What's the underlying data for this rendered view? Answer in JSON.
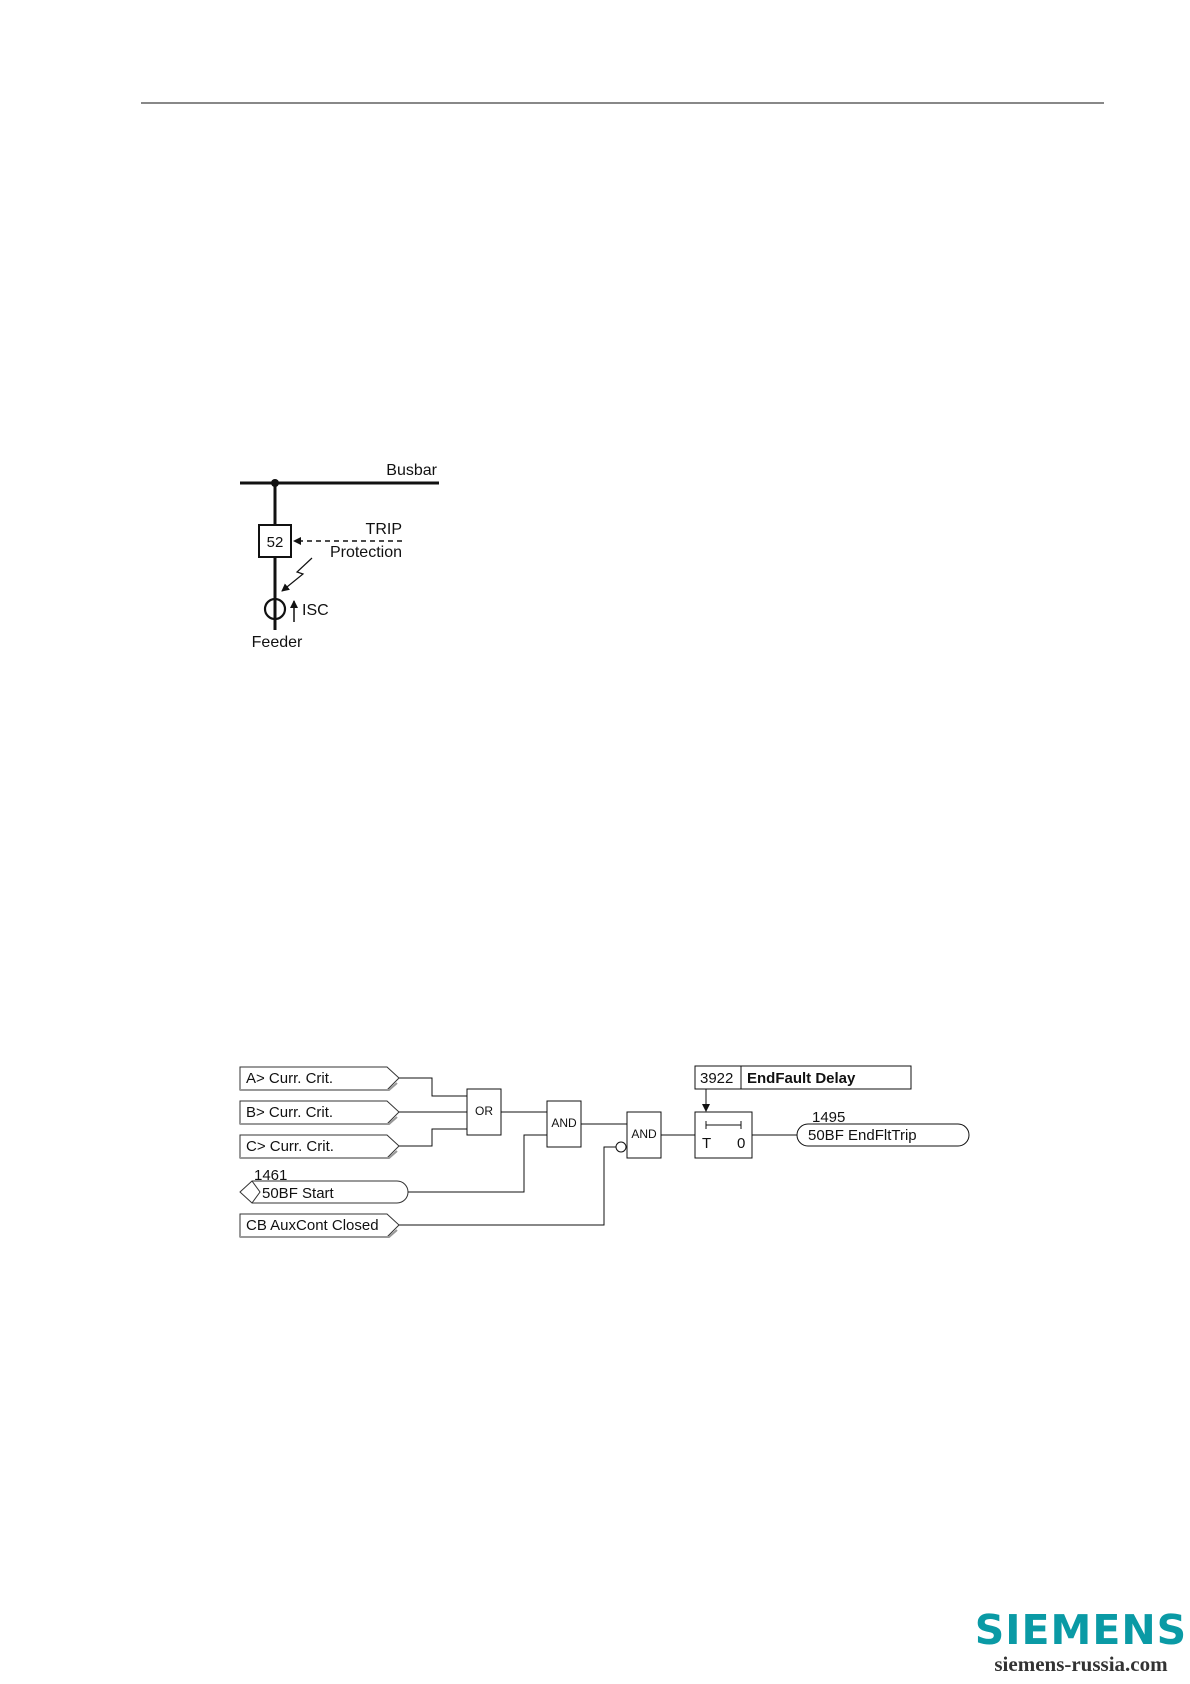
{
  "diagram1": {
    "busbar": "Busbar",
    "breaker": "52",
    "trip": "TRIP",
    "protection": "Protection",
    "isc": "ISC",
    "feeder": "Feeder"
  },
  "diagram2": {
    "inputs": [
      "A> Curr. Crit.",
      "B> Curr. Crit.",
      "C> Curr. Crit."
    ],
    "start_number": "1461",
    "start_label": "50BF Start",
    "cb_aux": "CB AuxCont Closed",
    "or_gate": "OR",
    "and_gate_1": "AND",
    "and_gate_2": "AND",
    "param_number": "3922",
    "param_name": "EndFault Delay",
    "timer_t": "T",
    "timer_zero": "0",
    "output_number": "1495",
    "output_label": "50BF EndFltTrip"
  },
  "footer": {
    "logo": "SIEMENS",
    "site": "siemens-russia.com"
  }
}
